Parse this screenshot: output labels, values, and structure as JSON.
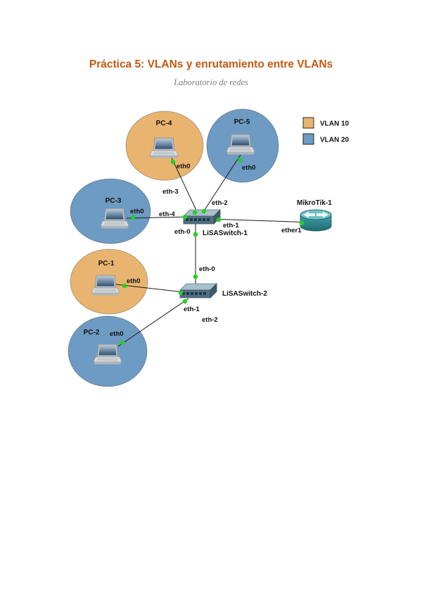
{
  "document": {
    "title": "Práctica 5: VLANs y enrutamiento entre VLANs",
    "subtitle": "Laboratorio de redes"
  },
  "colors": {
    "title": "#c45911",
    "subtitle": "#808080",
    "vlan10_fill": "#e9b470",
    "vlan20_fill": "#6d9bc3",
    "link_dot": "#1fd31f"
  },
  "legend": {
    "items": [
      {
        "label": "VLAN 10"
      },
      {
        "label": "VLAN 20"
      }
    ]
  },
  "nodes": {
    "pc1": {
      "label": "PC-1",
      "interface": "eth0",
      "vlan": "VLAN 10"
    },
    "pc2": {
      "label": "PC-2",
      "interface": "eth0",
      "vlan": "VLAN 20"
    },
    "pc3": {
      "label": "PC-3",
      "interface": "eth0",
      "vlan": "VLAN 20"
    },
    "pc4": {
      "label": "PC-4",
      "interface": "eth0",
      "vlan": "VLAN 10"
    },
    "pc5": {
      "label": "PC-5",
      "interface": "eth0",
      "vlan": "VLAN 20"
    },
    "switch1": {
      "label": "LiSASwitch-1"
    },
    "switch2": {
      "label": "LiSASwitch-2"
    },
    "router1": {
      "label": "MikroTik-1",
      "interface": "ether1"
    }
  },
  "ports": {
    "switch1_to_pc4": "eth-3",
    "switch1_to_pc5": "eth-2",
    "switch1_to_pc3": "eth-4",
    "switch1_to_switch2": "eth-0",
    "switch1_to_router1": "eth-1",
    "switch2_to_switch1": "eth-0",
    "switch2_to_pc1": "eth-1",
    "switch2_to_pc2": "eth-2"
  }
}
